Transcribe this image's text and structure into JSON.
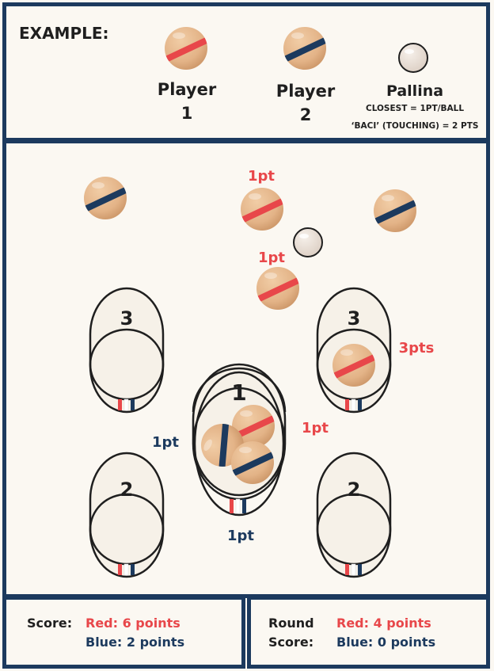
{
  "colors": {
    "navy": "#1c3a5e",
    "red": "#e8474a",
    "ball": "#e4b588",
    "pallina": "#ece2da",
    "background": "#fbf8f2"
  },
  "legend": {
    "title": "EXAMPLE:",
    "player1_line1": "Player",
    "player1_line2": "1",
    "player2_line1": "Player",
    "player2_line2": "2",
    "pallina_label": "Pallina",
    "rule_closest": "CLOSEST = 1PT/BALL",
    "rule_baci": "‘BACI’ (TOUCHING) = 2 PTS"
  },
  "field": {
    "label_1pt_top": "1pt",
    "label_1pt_mid": "1pt",
    "label_3pts": "3pts",
    "label_1pt_left": "1pt",
    "label_1pt_right": "1pt",
    "label_1pt_bottom": "1pt",
    "target_center": "1",
    "target_top_left": "3",
    "target_top_right": "3",
    "target_bottom_left": "2",
    "target_bottom_right": "2"
  },
  "score": {
    "label": "Score:",
    "red": "Red: 6 points",
    "blue": "Blue: 2 points"
  },
  "round": {
    "label_line1": "Round",
    "label_line2": "Score:",
    "red": "Red: 4 points",
    "blue": "Blue: 0 points"
  }
}
